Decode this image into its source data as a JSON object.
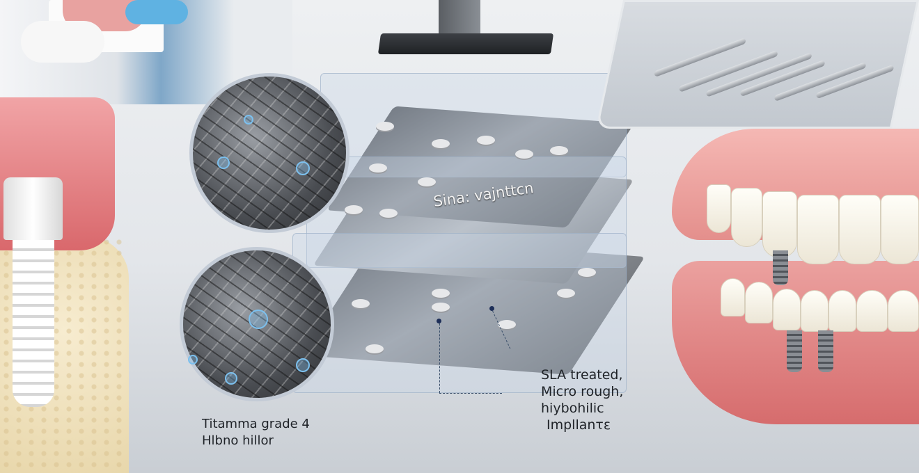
{
  "scene": {
    "layer_title": "Sina: vajnttcn",
    "callout_right": [
      "SLA treated,",
      "Micro rough,",
      "hiybohilic",
      "Impllanτε"
    ],
    "callout_left": [
      "Titamma grade 4",
      "Hlbno hillor"
    ]
  },
  "colors": {
    "gum": "#e48f8c",
    "accent_bubble": "#7cc0ee",
    "bone": "#e8d7ab"
  }
}
